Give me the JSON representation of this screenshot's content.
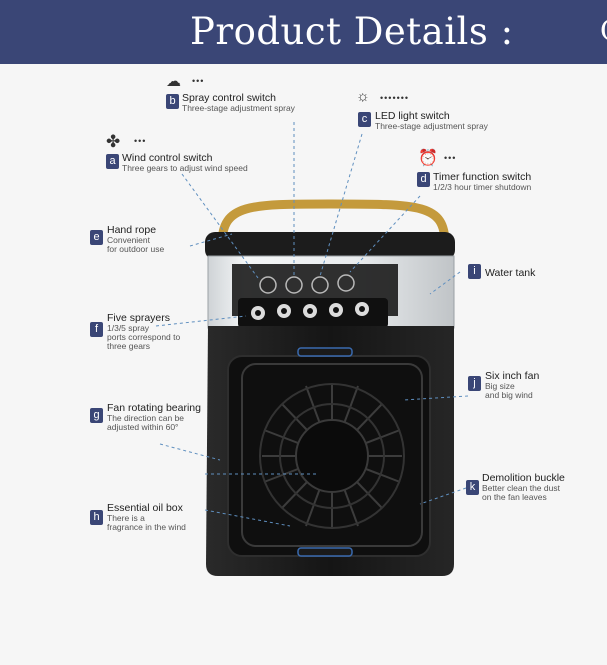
{
  "header": {
    "title": "Product Details :",
    "edge_glyph": "C"
  },
  "features": {
    "a": {
      "letter": "a",
      "title": "Wind control switch",
      "desc": "Three gears to adjust wind speed",
      "icon": "fan-icon"
    },
    "b": {
      "letter": "b",
      "title": "Spray control switch",
      "desc": "Three-stage adjustment spray",
      "icon": "spray-icon"
    },
    "c": {
      "letter": "c",
      "title": "LED light switch",
      "desc": "Three-stage adjustment spray",
      "icon": "bulb-icon"
    },
    "d": {
      "letter": "d",
      "title": "Timer function switch",
      "desc": "1/2/3 hour timer shutdown",
      "icon": "clock-icon"
    },
    "e": {
      "letter": "e",
      "title": "Hand rope",
      "desc1": "Convenient",
      "desc2": "for outdoor use"
    },
    "f": {
      "letter": "f",
      "title": "Five sprayers",
      "desc1": "1/3/5 spray",
      "desc2": "ports correspond to",
      "desc3": "three gears"
    },
    "g": {
      "letter": "g",
      "title": "Fan rotating bearing",
      "desc1": "The direction can be",
      "desc2": "adjusted within 60°"
    },
    "h": {
      "letter": "h",
      "title": "Essential oil box",
      "desc1": "There is a",
      "desc2": "fragrance in the wind"
    },
    "i": {
      "letter": "i",
      "title": "Water tank"
    },
    "j": {
      "letter": "j",
      "title": "Six inch fan",
      "desc1": "Big size",
      "desc2": "and big wind"
    },
    "k": {
      "letter": "k",
      "title": "Demolition buckle",
      "desc1": "Better clean the dust",
      "desc2": "on the fan leaves"
    }
  },
  "dots": {
    "a": "•••",
    "b": "•••",
    "c": "•••••••",
    "d": "•••"
  },
  "colors": {
    "header_bg": "#3a4676",
    "badge_bg": "#3a4676",
    "device_body": "#1a1a1a",
    "handle": "#c49a3c"
  }
}
